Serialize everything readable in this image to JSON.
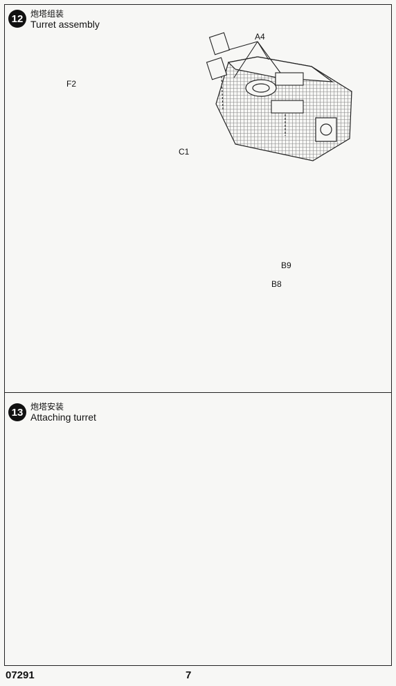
{
  "step12": {
    "number": "12",
    "title_cn": "炮塔组装",
    "title_en": "Turret assembly",
    "parts": {
      "a4": "A4",
      "f2": "F2",
      "c1": "C1",
      "b9": "B9",
      "b8": "B8"
    }
  },
  "step13": {
    "number": "13",
    "title_cn": "炮塔安装",
    "title_en": "Attaching turret"
  },
  "footer": {
    "code": "07291",
    "page": "7"
  }
}
